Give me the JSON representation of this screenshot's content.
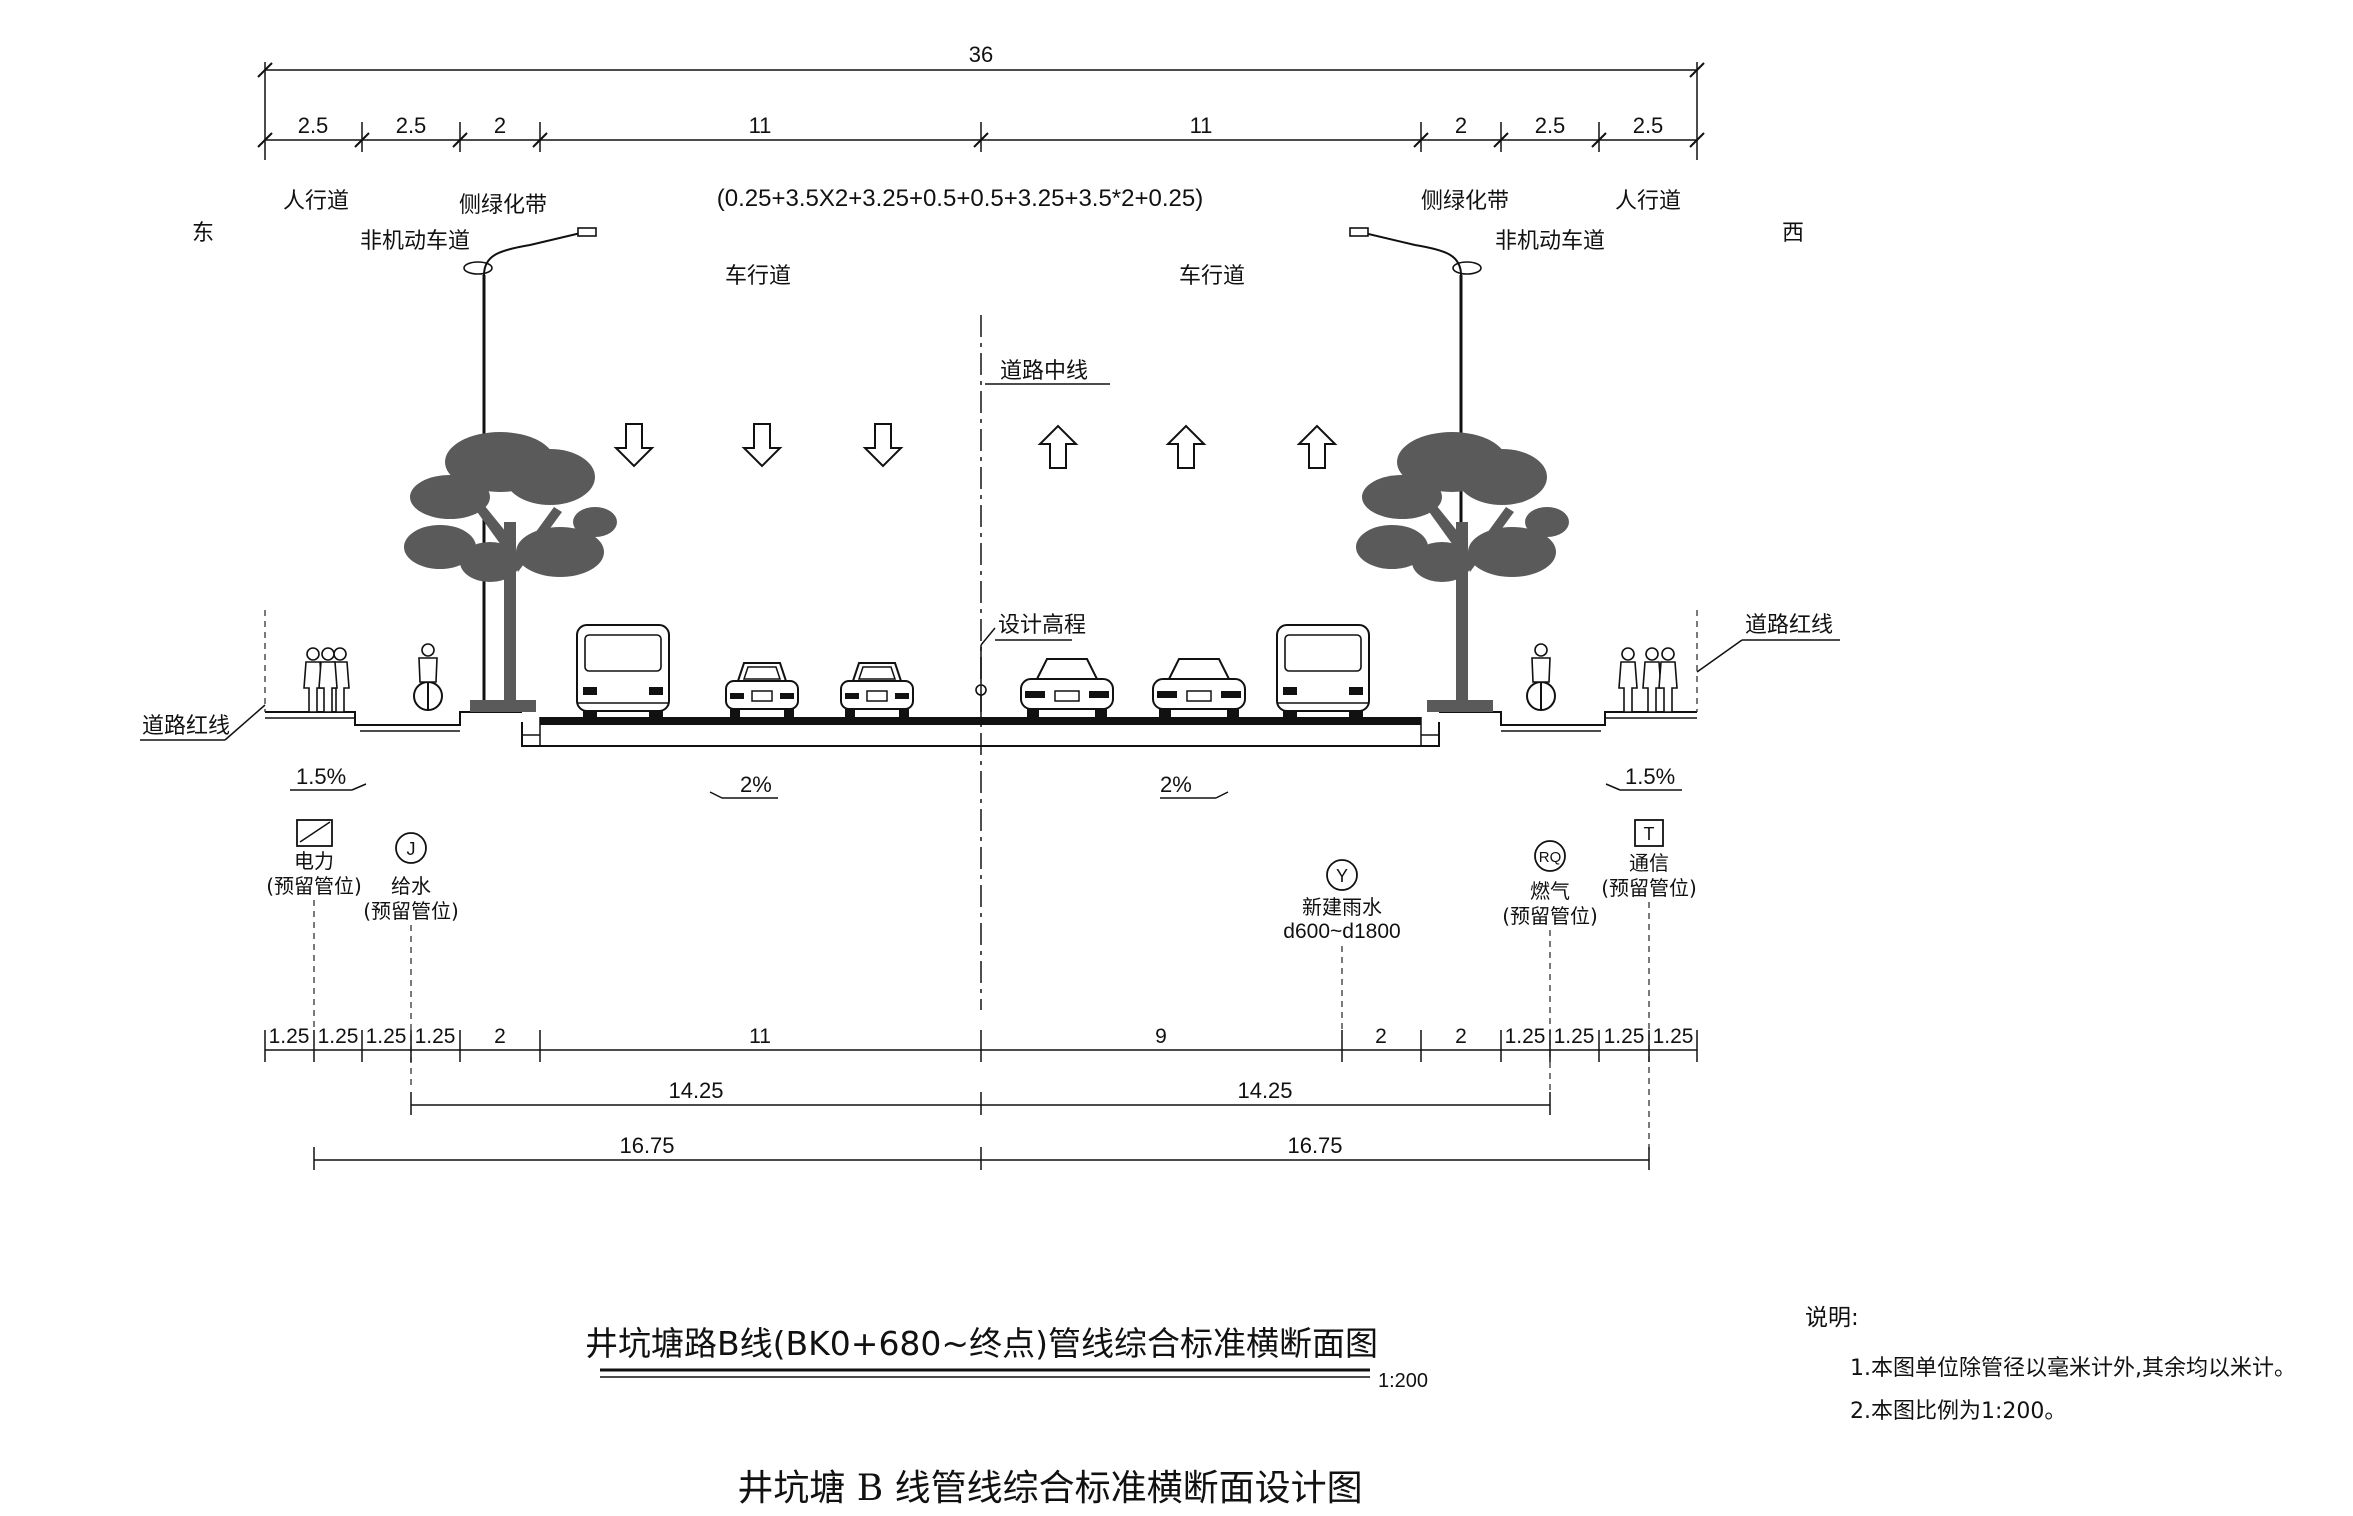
{
  "dims": {
    "total": "36",
    "top": [
      "2.5",
      "2.5",
      "2",
      "11",
      "11",
      "2",
      "2.5",
      "2.5"
    ],
    "bottom": [
      "1.25",
      "1.25",
      "1.25",
      "1.25",
      "2",
      "11",
      "9",
      "2",
      "2",
      "1.25",
      "1.25",
      "1.25",
      "1.25"
    ],
    "mid_left": "14.25",
    "mid_right": "14.25",
    "low_left": "16.75",
    "low_right": "16.75"
  },
  "labels": {
    "east": "东",
    "west": "西",
    "sidewalk": "人行道",
    "bike_lane": "非机动车道",
    "side_green": "侧绿化带",
    "carriageway": "车行道",
    "lane_formula": "(0.25+3.5X2+3.25+0.5+0.5+3.25+3.5*2+0.25)",
    "centerline": "道路中线",
    "design_elev": "设计高程",
    "red_line": "道路红线",
    "slope_side": "1.5%",
    "slope_main": "2%"
  },
  "utilities": {
    "power": {
      "symbol": "",
      "name": "电力",
      "note": "(预留管位)"
    },
    "water": {
      "symbol": "J",
      "name": "给水",
      "note": "(预留管位)"
    },
    "rain": {
      "symbol": "Y",
      "name": "新建雨水",
      "note": "d600~d1800"
    },
    "gas": {
      "symbol": "RQ",
      "name": "燃气",
      "note": "(预留管位)"
    },
    "telecom": {
      "symbol": "T",
      "name": "通信",
      "note": "(预留管位)"
    }
  },
  "title": {
    "main": "井坑塘路B线(BK0+680~终点)管线综合标准横断面图",
    "scale": "1:200",
    "caption": "井坑塘 B 线管线综合标准横断面设计图"
  },
  "notes": {
    "heading": "说明:",
    "items": [
      "1.本图单位除管径以毫米计外,其余均以米计。",
      "2.本图比例为1:200。"
    ]
  }
}
